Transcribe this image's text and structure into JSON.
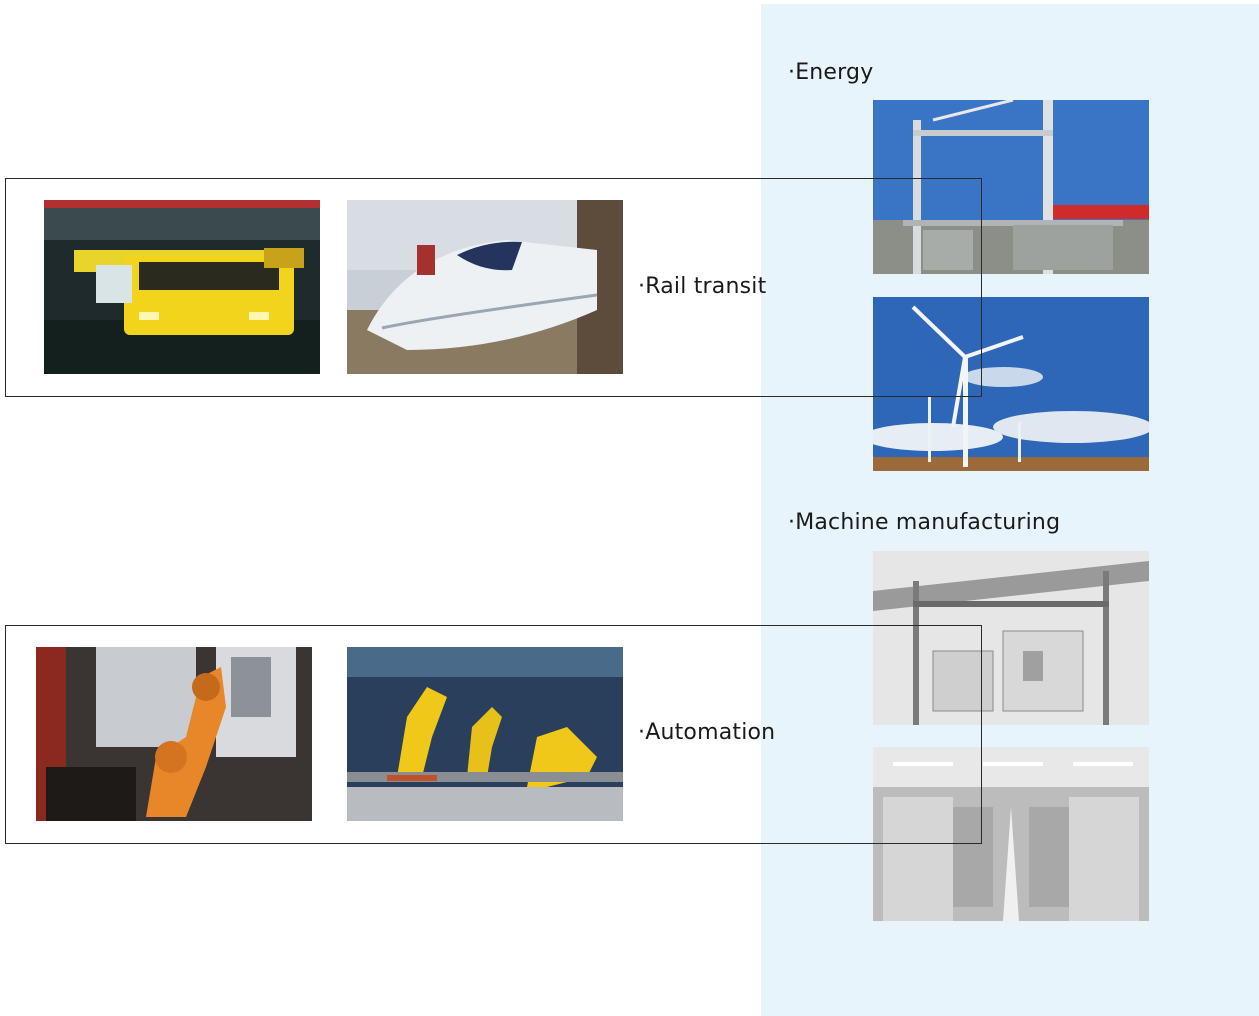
{
  "sections": {
    "energy": {
      "label": "·Energy"
    },
    "rail": {
      "label": "·Rail transit"
    },
    "machine": {
      "label": "·Machine manufacturing"
    },
    "automation": {
      "label": "·Automation"
    }
  },
  "colors": {
    "panel_background": "#e8f4fc",
    "frame_border": "#2a2a2a",
    "text": "#1a1a1a"
  },
  "images": [
    {
      "name": "yellow-rail-vehicle-photo-icon"
    },
    {
      "name": "high-speed-train-photo-icon"
    },
    {
      "name": "orange-robot-arm-photo-icon"
    },
    {
      "name": "yellow-robot-assembly-line-photo-icon"
    },
    {
      "name": "substation-photo-icon"
    },
    {
      "name": "wind-turbines-photo-icon"
    },
    {
      "name": "factory-crane-photo-icon"
    },
    {
      "name": "cnc-workshop-photo-icon"
    }
  ]
}
